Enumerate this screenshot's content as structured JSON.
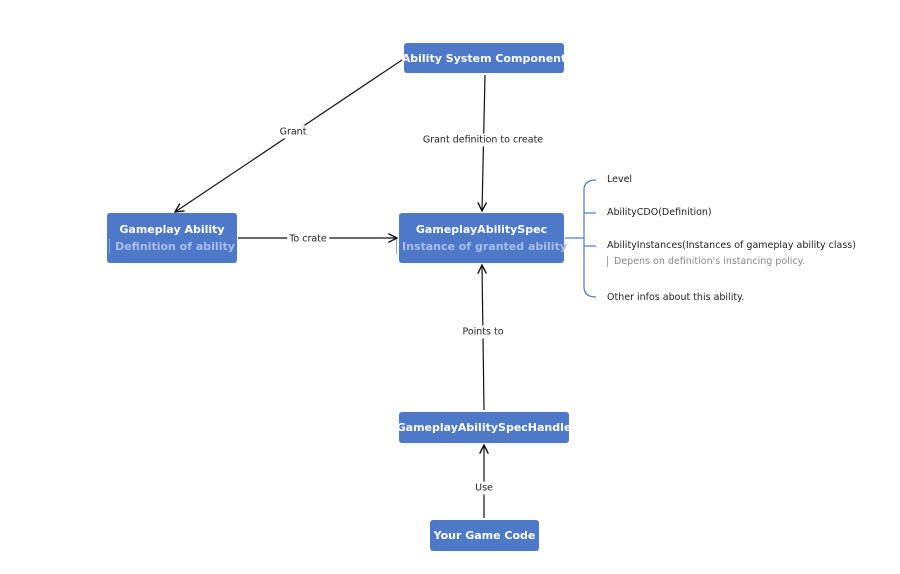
{
  "nodes": {
    "asc": {
      "title": "Ability System Component"
    },
    "gameplay_ability": {
      "title": "Gameplay Ability",
      "subtitle": "Definition of ability"
    },
    "spec": {
      "title": "GameplayAbilitySpec",
      "subtitle": "Instance of granted ability"
    },
    "spec_handle": {
      "title": "GameplayAbilitySpecHandle"
    },
    "game_code": {
      "title": "Your Game Code"
    }
  },
  "edges": {
    "grant": "Grant",
    "grant_definition": "Grant definition to create",
    "to_crate": "To crate",
    "points_to": "Points to",
    "use": "Use"
  },
  "spec_details": {
    "items": [
      {
        "label": "Level"
      },
      {
        "label": "AbilityCDO(Definition)"
      },
      {
        "label": "AbilityInstances(Instances of gameplay ability class)",
        "note": "Depens on definition's instancing policy."
      },
      {
        "label": "Other infos about this ability."
      }
    ]
  },
  "colors": {
    "node_fill": "#4e79c9",
    "node_text": "#ffffff",
    "node_subtext": "#a8bee9",
    "bracket": "#4e79c9",
    "arrow": "#111111"
  }
}
